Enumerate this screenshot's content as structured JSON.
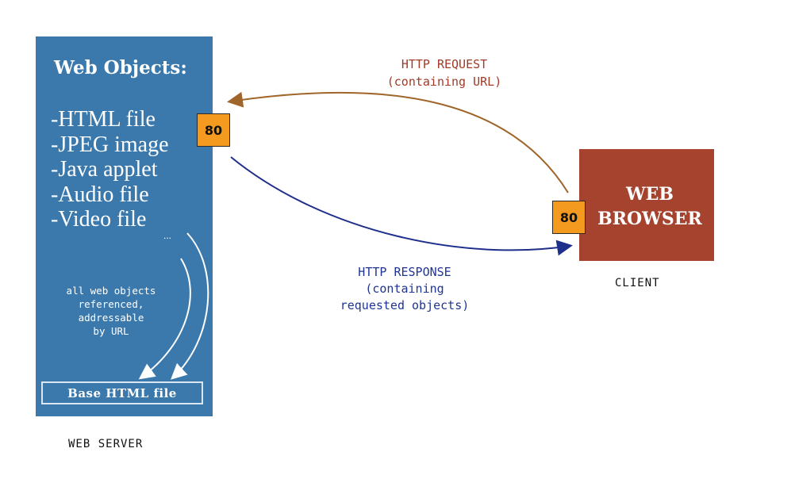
{
  "server": {
    "title": "Web Objects:",
    "objects": [
      "-HTML file",
      "-JPEG image",
      "-Java applet",
      "-Audio file",
      "-Video file"
    ],
    "ellipsis": "...",
    "refs_line1": "all web objects",
    "refs_line2": "referenced,",
    "refs_line3": "addressable",
    "refs_line4": "by URL",
    "base_file": "Base HTML file",
    "label": "WEB SERVER",
    "port": "80"
  },
  "client": {
    "browser_line1": "WEB",
    "browser_line2": "BROWSER",
    "label": "CLIENT",
    "port": "80"
  },
  "request": {
    "line1": "HTTP REQUEST",
    "line2": "(containing URL)"
  },
  "response": {
    "line1": "HTTP RESPONSE",
    "line2": "(containing",
    "line3": "requested objects)"
  },
  "colors": {
    "server_box": "#3b79ad",
    "browser_box": "#a5432f",
    "port": "#f39a1f",
    "request_text": "#a13a26",
    "request_arrow": "#a0652a",
    "response_arrow": "#1f2f8c",
    "response_text": "#1f3595"
  }
}
